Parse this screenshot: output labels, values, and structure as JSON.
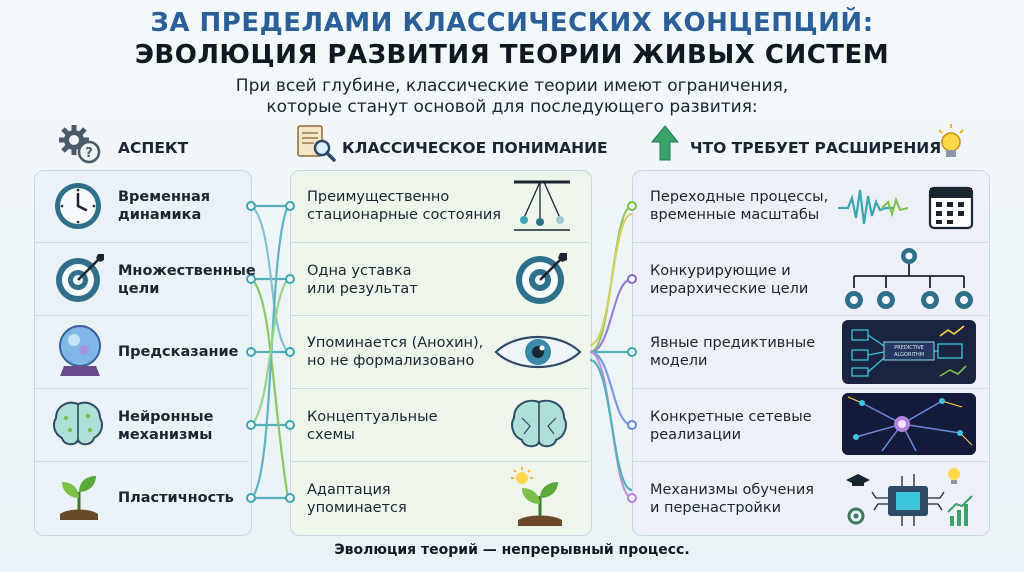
{
  "header": {
    "title_line1": "ЗА ПРЕДЕЛАМИ КЛАССИЧЕСКИХ КОНЦЕПЦИЙ:",
    "title_line2": "ЭВОЛЮЦИЯ РАЗВИТИЯ ТЕОРИИ ЖИВЫХ СИСТЕМ",
    "subtitle_line1": "При всей глубине, классические теории имеют ограничения,",
    "subtitle_line2": "которые станут основой для последующего развития:"
  },
  "columns": {
    "aspect": "АСПЕКТ",
    "classic": "КЛАССИЧЕСКОЕ ПОНИМАНИЕ",
    "extension": "ЧТО ТРЕБУЕТ РАСШИРЕНИЯ"
  },
  "rows": [
    {
      "aspect_l1": "Временная",
      "aspect_l2": "динамика",
      "classic_l1": "Преимущественно",
      "classic_l2": "стационарные состояния",
      "ext_l1": "Переходные процессы,",
      "ext_l2": "временные масштабы",
      "aspect_icon": "clock-icon",
      "classic_icon": "pendulum-icon",
      "ext_icon": "waveform-calendar-icon"
    },
    {
      "aspect_l1": "Множественные",
      "aspect_l2": "цели",
      "classic_l1": "Одна уставка",
      "classic_l2": "или результат",
      "ext_l1": "Конкурирующие и",
      "ext_l2": "иерархические цели",
      "aspect_icon": "target-icon",
      "classic_icon": "target-icon",
      "ext_icon": "goal-hierarchy-icon"
    },
    {
      "aspect_l1": "Предсказание",
      "aspect_l2": "",
      "classic_l1": "Упоминается (Анохин),",
      "classic_l2": "но не формализовано",
      "ext_l1": "Явные предиктивные",
      "ext_l2": "модели",
      "aspect_icon": "crystal-ball-icon",
      "classic_icon": "eye-icon",
      "ext_icon": "predictive-algorithm-icon",
      "ext_icon_label": "PREDICTIVE ALGORITHM"
    },
    {
      "aspect_l1": "Нейронные",
      "aspect_l2": "механизмы",
      "classic_l1": "Концептуальные",
      "classic_l2": "схемы",
      "ext_l1": "Конкретные сетевые",
      "ext_l2": "реализации",
      "aspect_icon": "brain-icon",
      "classic_icon": "brain-icon",
      "ext_icon": "neuron-network-icon"
    },
    {
      "aspect_l1": "Пластичность",
      "aspect_l2": "",
      "classic_l1": "Адаптация",
      "classic_l2": "упоминается",
      "ext_l1": "Механизмы обучения",
      "ext_l2": "и перенастройки",
      "aspect_icon": "sprout-icon",
      "classic_icon": "sprout-sun-icon",
      "ext_icon": "learning-chip-icon"
    }
  ],
  "footer": "Эволюция теорий — непрерывный процесс.",
  "colors": {
    "title_blue": "#2a5f9a",
    "accent_teal": "#3aa6b0",
    "accent_green": "#7cc04a",
    "accent_purple": "#8a6cc8"
  }
}
